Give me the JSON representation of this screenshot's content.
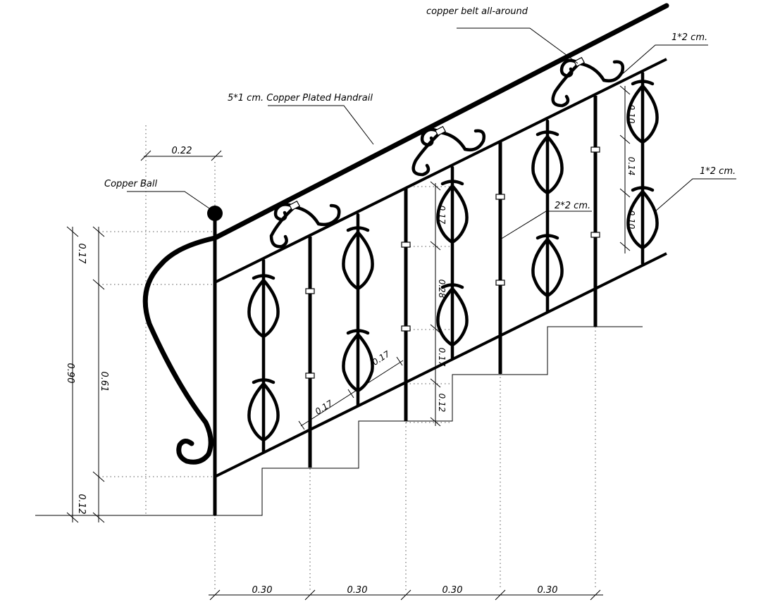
{
  "annotations": {
    "copper_belt": "copper belt all-around",
    "handrail": "5*1 cm. Copper Plated Handrail",
    "copper_ball": "Copper Ball",
    "bar_1x2_top": "1*2 cm.",
    "bar_1x2_mid": "1*2 cm.",
    "bar_2x2": "2*2 cm."
  },
  "dimensions": {
    "top_offset": "0.22",
    "left_total": "0.90",
    "left_top": "0.17",
    "left_mid": "0.61",
    "left_bottom": "0.12",
    "mid_a": "0.17",
    "mid_b": "0.17",
    "mid_c": "0.17",
    "mid_d": "0.28",
    "mid_e": "0.17",
    "mid_f": "0.12",
    "right_a": "0.10",
    "right_b": "0.14",
    "right_c": "0.10",
    "treads": [
      "0.30",
      "0.30",
      "0.30",
      "0.30"
    ]
  }
}
